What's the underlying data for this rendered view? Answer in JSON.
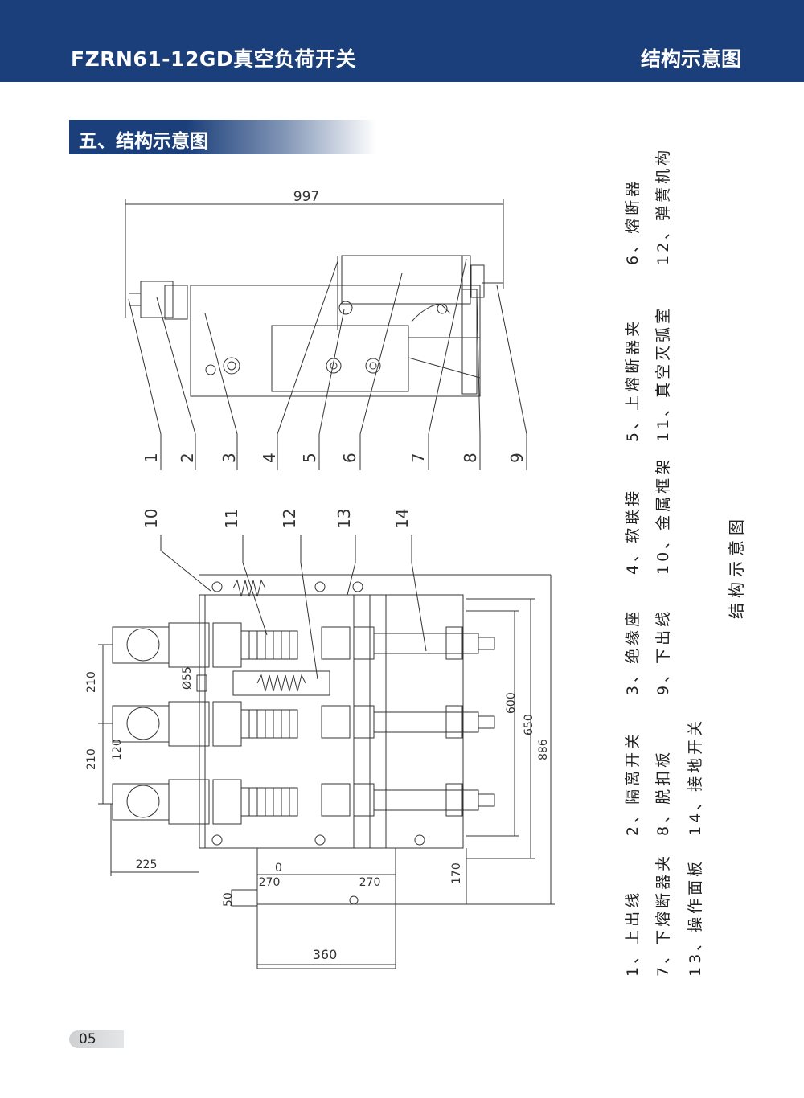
{
  "header": {
    "product_title": "FZRN61-12GD真空负荷开关",
    "section_title": "结构示意图"
  },
  "section_heading": "五、结构示意图",
  "callouts_top": [
    "1",
    "2",
    "3",
    "4",
    "5",
    "6",
    "7",
    "8",
    "9"
  ],
  "callouts_bottom": [
    "10",
    "11",
    "12",
    "13",
    "14"
  ],
  "dimensions": {
    "d997": "997",
    "d210a": "210",
    "d210b": "210",
    "d120": "120",
    "d55": "Ø55",
    "d225": "225",
    "d0": "0",
    "d270a": "270",
    "d270b": "270",
    "d50": "50",
    "d360": "360",
    "d170": "170",
    "d600": "600",
    "d650": "650",
    "d886": "886"
  },
  "legend": {
    "col1": [
      "1、上出线",
      "7、下熔断器夹",
      "13、操作面板"
    ],
    "col2": [
      "2、隔离开关",
      "8、脱扣板",
      "14、接地开关"
    ],
    "col3": [
      "3、绝缘座",
      "9、下出线"
    ],
    "col4": [
      "4、软联接",
      "10、金属框架"
    ],
    "col5": [
      "5、上熔断器夹",
      "11、真空灭弧室"
    ],
    "col6": [
      "6、熔断器",
      "12、弹簧机构"
    ]
  },
  "caption": "结构示意图",
  "page_number": "05"
}
